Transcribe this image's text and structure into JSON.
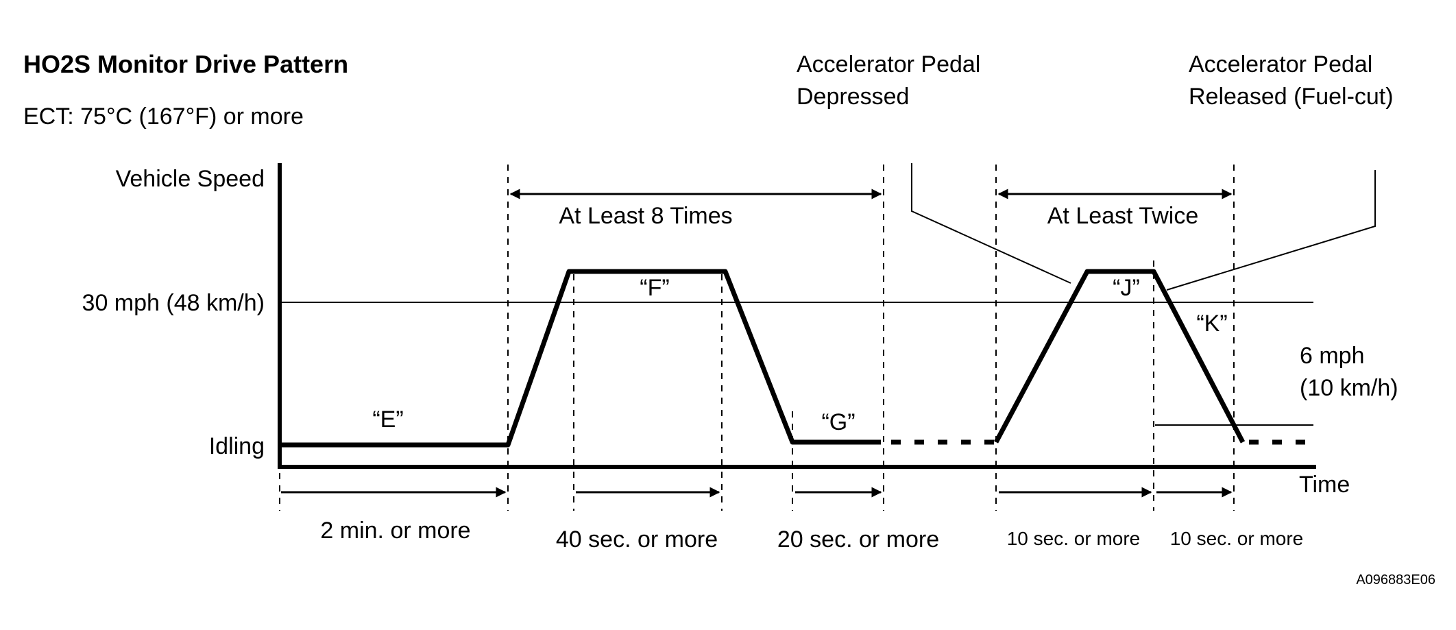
{
  "title": "HO2S Monitor Drive Pattern",
  "condition": "ECT: 75°C (167°F) or more",
  "annotations": {
    "pedal_depressed_line1": "Accelerator Pedal",
    "pedal_depressed_line2": "Depressed",
    "pedal_released_line1": "Accelerator Pedal",
    "pedal_released_line2": "Released (Fuel-cut)"
  },
  "axes": {
    "y_title": "Vehicle Speed",
    "x_title": "Time",
    "level_30": "30 mph (48 km/h)",
    "level_idle": "Idling",
    "level_6_line1": "6 mph",
    "level_6_line2": "(10 km/h)"
  },
  "repeats": {
    "fg_repeat": "At Least 8 Times",
    "jk_repeat": "At Least Twice"
  },
  "steps": {
    "e": "“E”",
    "f": "“F”",
    "g": "“G”",
    "j": "“J”",
    "k": "“K”"
  },
  "durations": {
    "e": "2 min. or more",
    "f": "40 sec. or more",
    "g": "20 sec. or more",
    "j": "10 sec. or more",
    "k": "10 sec. or more"
  },
  "figure_code": "A096883E06"
}
